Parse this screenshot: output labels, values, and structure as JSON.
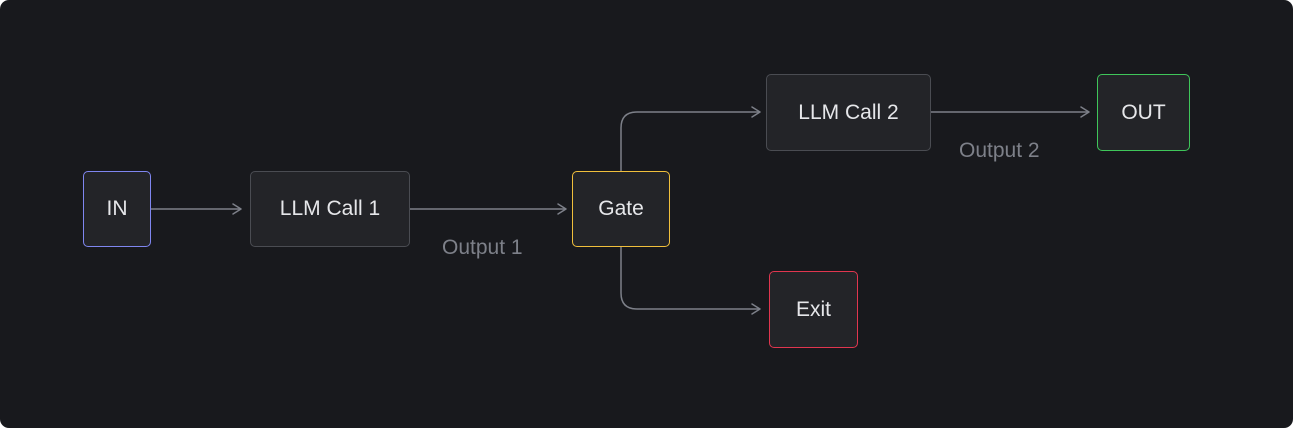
{
  "colors": {
    "background": "#18191d",
    "node_fill": "#232428",
    "node_border": "#4a4c52",
    "edge": "#7d8089",
    "in_border": "#7f86f0",
    "gate_border": "#f0bf3c",
    "out_border": "#3fc65a",
    "exit_border": "#e0364f"
  },
  "nodes": {
    "in": {
      "label": "IN"
    },
    "llm_call_1": {
      "label": "LLM Call 1"
    },
    "gate": {
      "label": "Gate"
    },
    "llm_call_2": {
      "label": "LLM Call 2"
    },
    "out": {
      "label": "OUT"
    },
    "exit": {
      "label": "Exit"
    }
  },
  "edges": {
    "output_1": {
      "label": "Output 1"
    },
    "output_2": {
      "label": "Output 2"
    }
  }
}
